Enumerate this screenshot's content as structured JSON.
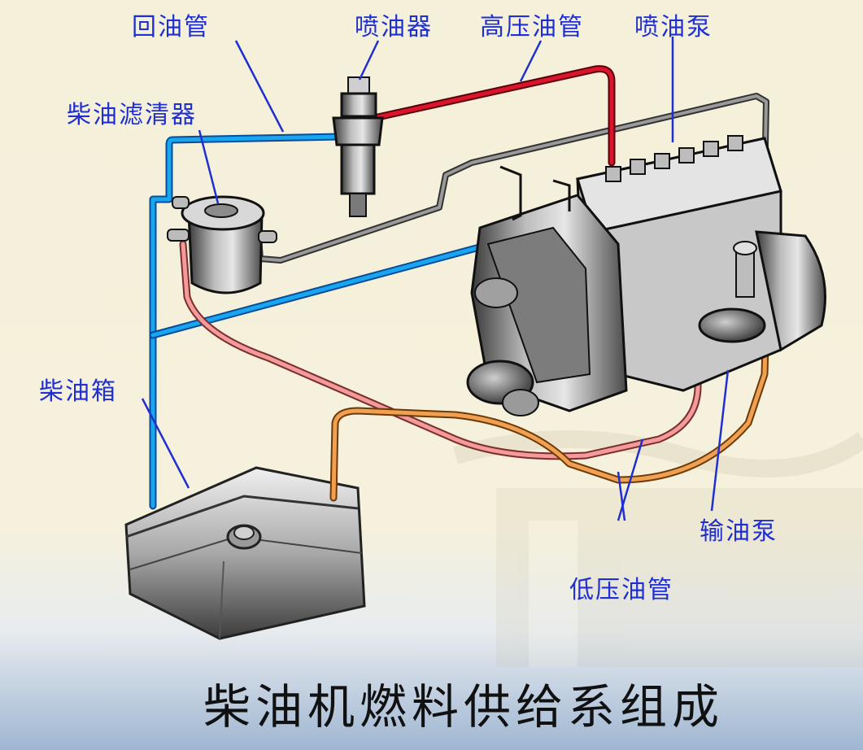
{
  "labels": {
    "return_line": "回油管",
    "injector": "喷油器",
    "high_pressure_line": "高压油管",
    "injection_pump": "喷油泵",
    "fuel_filter": "柴油滤清器",
    "fuel_tank": "柴油箱",
    "transfer_pump": "输油泵",
    "low_pressure_line": "低压油管"
  },
  "title": "柴油机燃料供给系组成",
  "colors": {
    "label_text": "#1f2fd0",
    "high_pressure": "#d8152a",
    "low_pressure_pink": "#f39a9a",
    "low_pressure_orange": "#f0a050",
    "feed_blue": "#18a6ee",
    "return_gray": "#8a8a8a"
  }
}
